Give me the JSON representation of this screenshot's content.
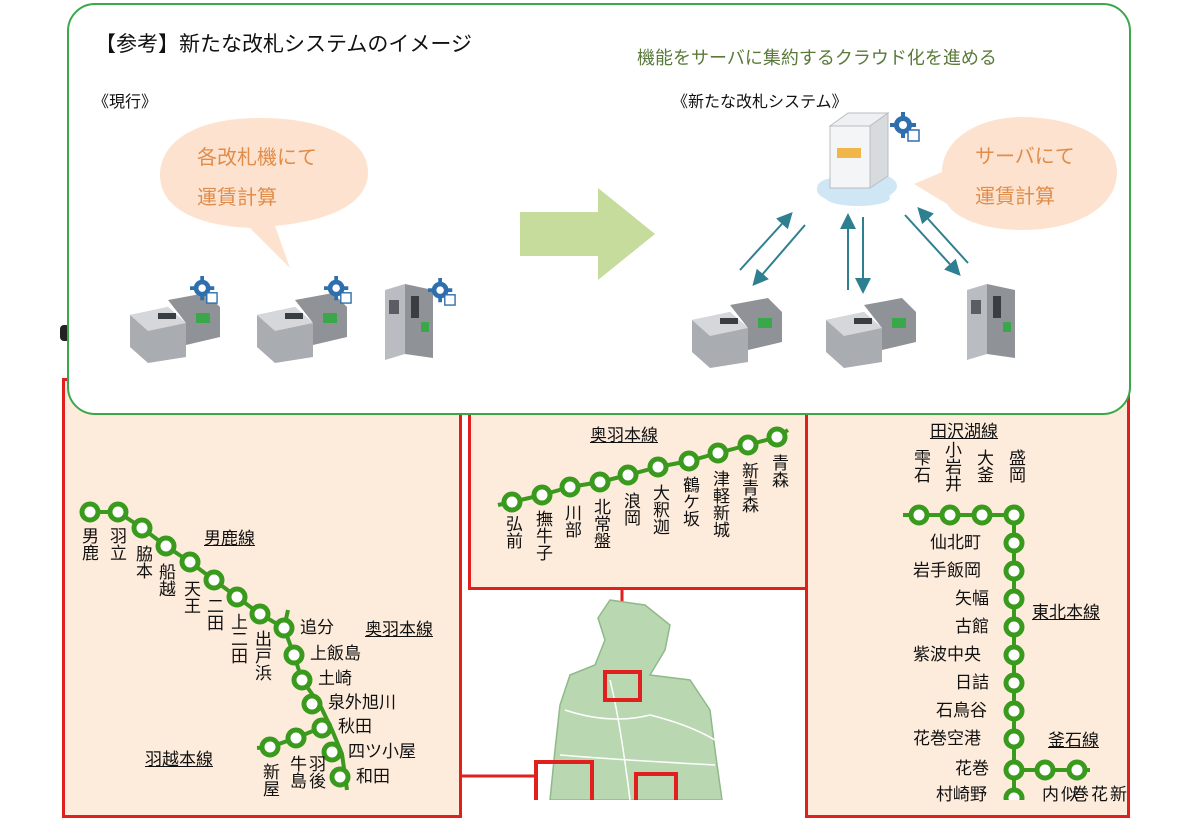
{
  "card": {
    "title": "【参考】新たな改札システムのイメージ",
    "subtitle": "機能をサーバに集約するクラウド化を進める",
    "current_label": "《現行》",
    "new_label": "《新たな改札システム》",
    "left_bubble": [
      "各改札機にて",
      "運賃計算"
    ],
    "right_bubble": [
      "サーバにて",
      "運賃計算"
    ]
  },
  "map": {
    "ou_top": {
      "line_name": "奥羽本線",
      "stations": [
        "弘前",
        "撫牛子",
        "川部",
        "北常盤",
        "浪岡",
        "大釈迦",
        "鶴ケ坂",
        "津軽新城",
        "新青森",
        "青森"
      ]
    },
    "left": {
      "oga_line": "男鹿線",
      "ou_line": "奥羽本線",
      "uetsu_line": "羽越本線",
      "oga_stations": [
        "男鹿",
        "羽立",
        "脇本",
        "船越",
        "天王",
        "二田",
        "上二田",
        "出戸浜"
      ],
      "ou_stations": [
        "追分",
        "上飯島",
        "土崎",
        "泉外旭川",
        "秋田",
        "四ツ小屋",
        "和田"
      ],
      "uetsu_stations": [
        "新屋",
        "羽後牛島"
      ]
    },
    "right": {
      "tazawako_line": "田沢湖線",
      "tohoku_line": "東北本線",
      "kamaishi_line": "釜石線",
      "tazawako_stations": [
        "雫石",
        "小岩井",
        "大釜",
        "盛岡"
      ],
      "tohoku_stations": [
        "仙北町",
        "岩手飯岡",
        "矢幅",
        "古館",
        "紫波中央",
        "日詰",
        "石鳥谷",
        "花巻空港",
        "花巻",
        "村崎野"
      ],
      "kamaishi_stations": [
        "似内",
        "新花巻"
      ]
    }
  },
  "colors": {
    "route_green": "#3a9a1e",
    "frame_red": "#e01f1f",
    "panel_peach": "#fdebdc",
    "card_border": "#3aa84a",
    "bubble_fill": "#fde3cf",
    "bubble_text": "#e08c4a",
    "arrow_green": "#c5dc9c",
    "arrow_teal": "#2e7f8f"
  }
}
